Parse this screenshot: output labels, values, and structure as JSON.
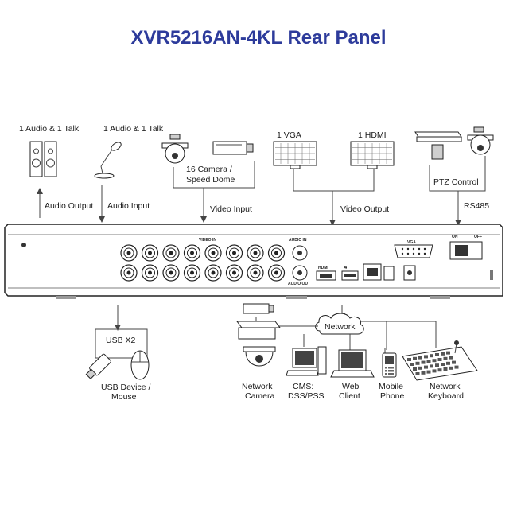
{
  "title": "XVR5216AN-4KL Rear Panel",
  "top_devices": {
    "audio_talk_1": "1 Audio  & 1 Talk",
    "audio_talk_2": "1 Audio & 1 Talk",
    "cameras": "16  Camera /\nSpeed Dome",
    "vga": "1 VGA",
    "hdmi": "1 HDMI",
    "ptz": "PTZ Control"
  },
  "connections": {
    "audio_output": "Audio  Output",
    "audio_input": "Audio  Input",
    "video_input": "Video Input",
    "video_output": "Video Output",
    "rs485": "RS485"
  },
  "panel_labels": {
    "video_in": "VIDEO IN",
    "audio_in": "AUDIO IN",
    "audio_out": "AUDIO OUT",
    "hdmi": "HDMI",
    "vga": "VGA",
    "power_on": "ON",
    "power_off": "OFF"
  },
  "bottom": {
    "usb": "USB X2",
    "usb_device": "USB Device /\nMouse",
    "network": "Network",
    "network_camera": "Network\nCamera",
    "cms": "CMS:\nDSS/PSS",
    "web_client": "Web\nClient",
    "mobile_phone": "Mobile\nPhone",
    "network_keyboard": "Network\nKeyboard"
  }
}
